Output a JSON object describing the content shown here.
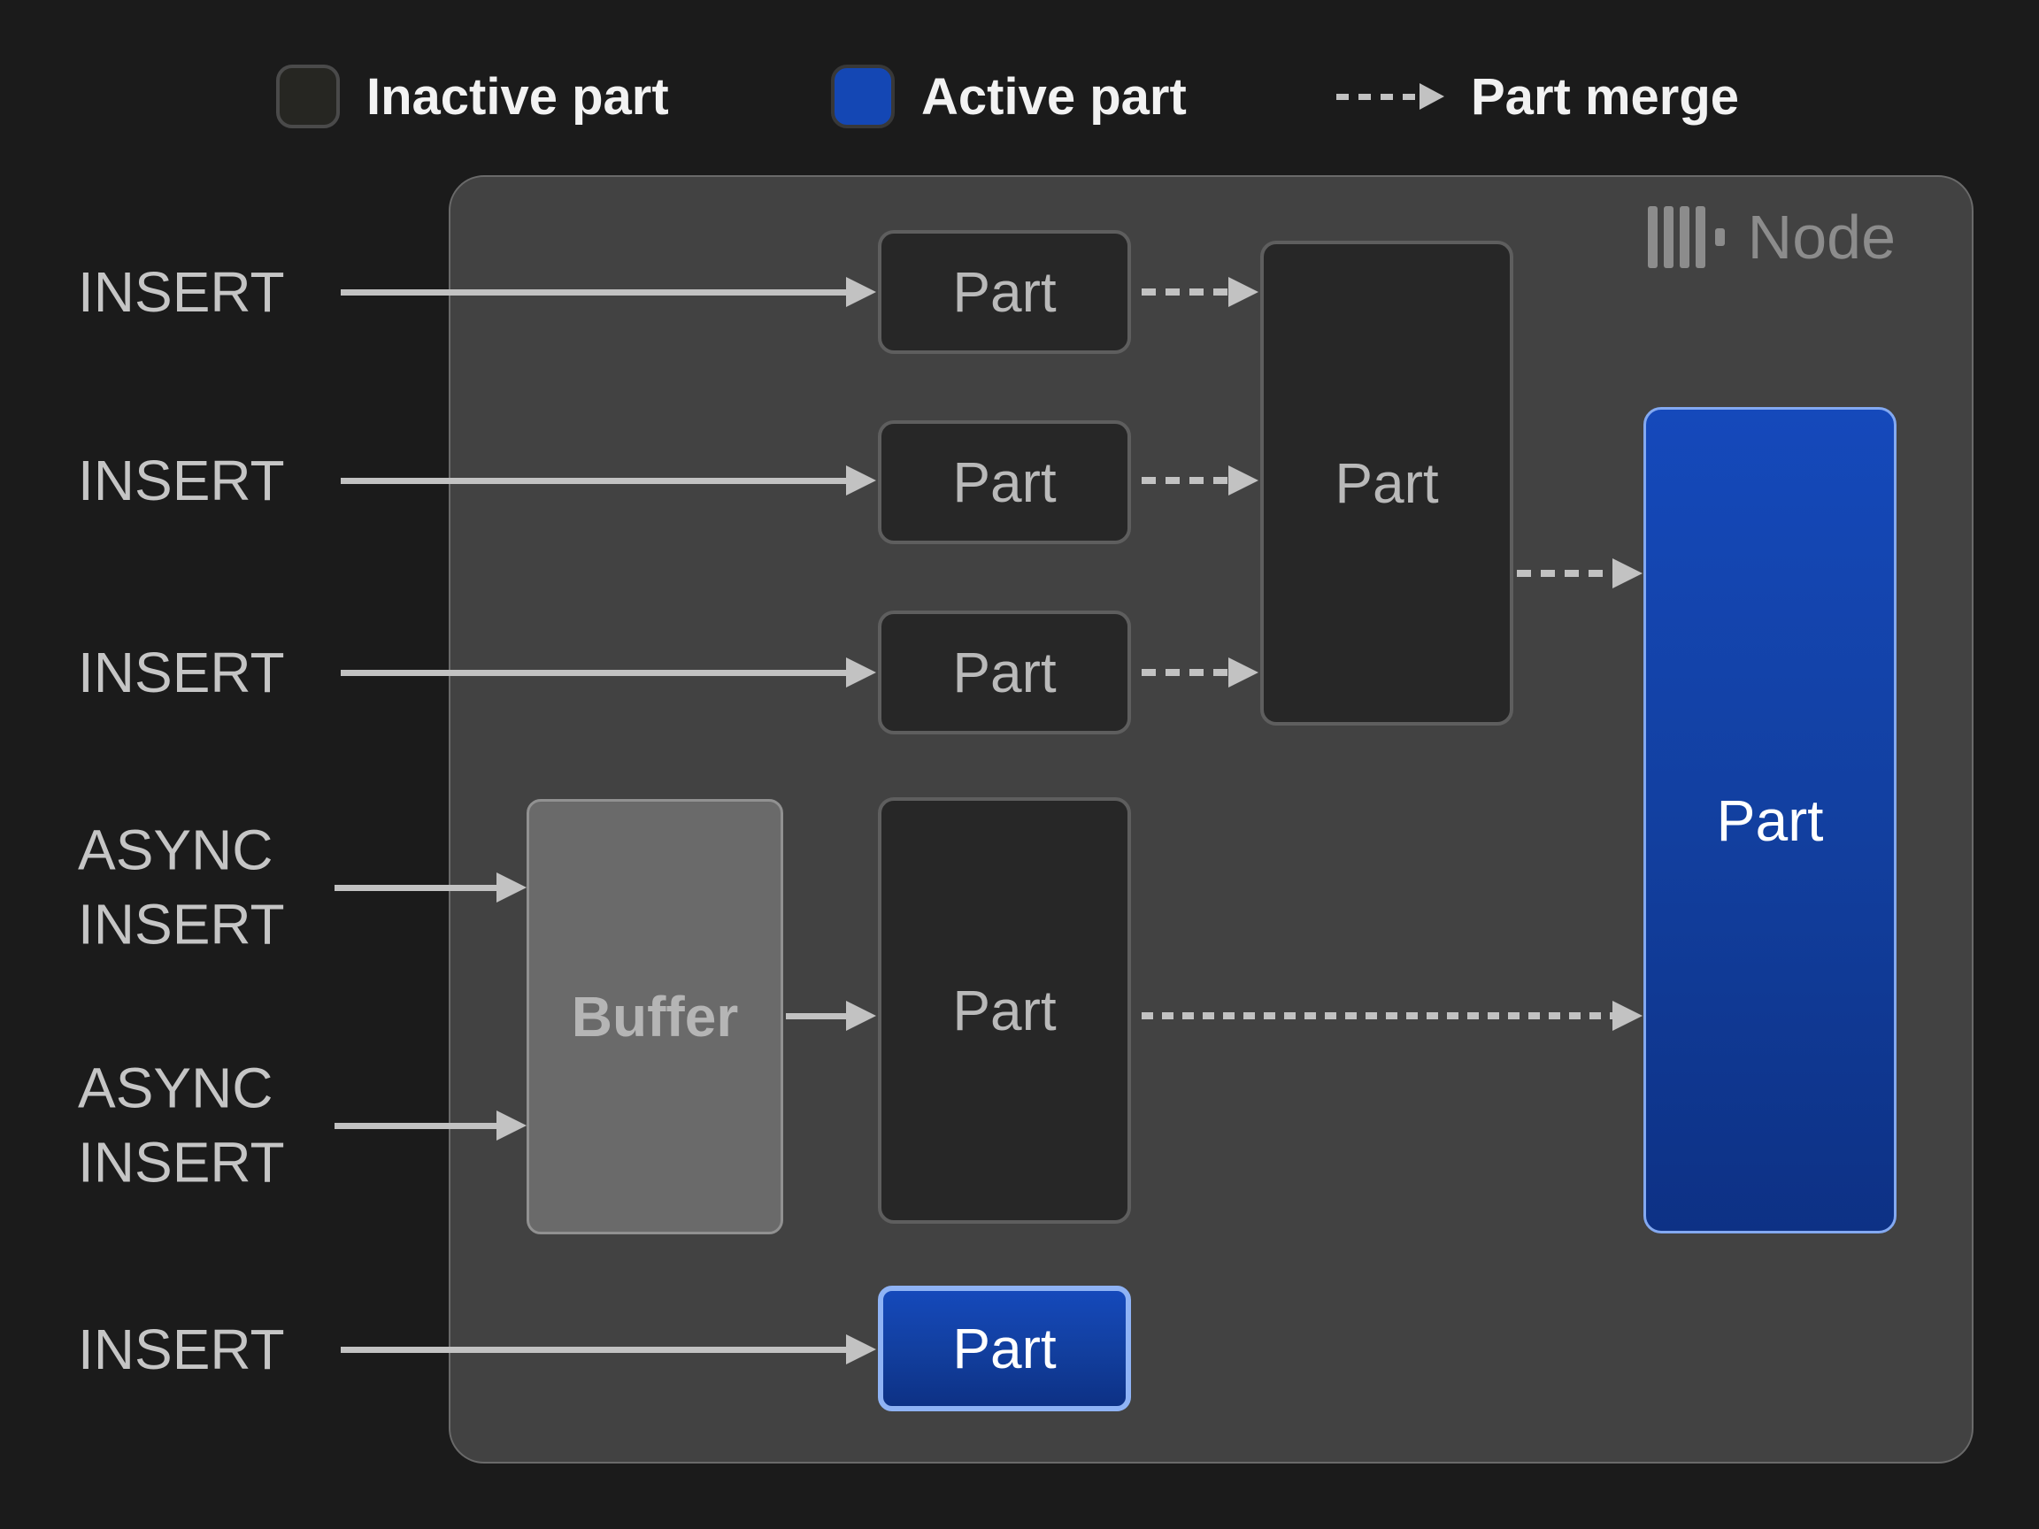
{
  "palette": {
    "page_bg": "#1b1b1b",
    "node_bg": "#424242",
    "node_border": "#6a6a6a",
    "inactive_fill": "#272727",
    "inactive_border": "#5e5e5e",
    "buffer_fill": "#6a6a6a",
    "buffer_border": "#919191",
    "buffer_text": "#b5b5b5",
    "active_grad_top": "#1549bb",
    "active_grad_bottom": "#0d3185",
    "active_border": "#83a9f1",
    "active_small_border": "#8fb3f5",
    "arrow": "#c2c2c2",
    "io_text": "#c5c5c5",
    "box_text": "#b9b9b9",
    "legend_text": "#f2f2f2",
    "node_text": "#8c8c8c",
    "legend_inactive_fill": "#262622",
    "legend_inactive_border": "#4a4a4a",
    "legend_active_fill": "#1447b4",
    "legend_active_border": "#383838"
  },
  "legend": {
    "inactive_label": "Inactive part",
    "active_label": "Active part",
    "merge_label": "Part merge"
  },
  "node": {
    "label": "Node",
    "icon": "clickhouse-logo-icon"
  },
  "io": [
    {
      "id": "insert-1",
      "label": "INSERT"
    },
    {
      "id": "insert-2",
      "label": "INSERT"
    },
    {
      "id": "insert-3",
      "label": "INSERT"
    },
    {
      "id": "async-insert-1",
      "label": "ASYNC INSERT"
    },
    {
      "id": "async-insert-2",
      "label": "ASYNC INSERT"
    },
    {
      "id": "insert-4",
      "label": "INSERT"
    }
  ],
  "boxes": {
    "part1": {
      "label": "Part",
      "state": "inactive"
    },
    "part2": {
      "label": "Part",
      "state": "inactive"
    },
    "part3": {
      "label": "Part",
      "state": "inactive"
    },
    "merged_part": {
      "label": "Part",
      "state": "inactive"
    },
    "buffer": {
      "label": "Buffer",
      "state": "buffer"
    },
    "async_part": {
      "label": "Part",
      "state": "inactive"
    },
    "active_part": {
      "label": "Part",
      "state": "active"
    },
    "inserted_part": {
      "label": "Part",
      "state": "active"
    }
  },
  "edges": [
    {
      "from": "insert-1",
      "to": "part1",
      "style": "solid"
    },
    {
      "from": "insert-2",
      "to": "part2",
      "style": "solid"
    },
    {
      "from": "insert-3",
      "to": "part3",
      "style": "solid"
    },
    {
      "from": "async-insert-1",
      "to": "buffer",
      "style": "solid"
    },
    {
      "from": "async-insert-2",
      "to": "buffer",
      "style": "solid"
    },
    {
      "from": "buffer",
      "to": "async_part",
      "style": "solid"
    },
    {
      "from": "insert-4",
      "to": "inserted_part",
      "style": "solid"
    },
    {
      "from": "part1",
      "to": "merged_part",
      "style": "dashed"
    },
    {
      "from": "part2",
      "to": "merged_part",
      "style": "dashed"
    },
    {
      "from": "part3",
      "to": "merged_part",
      "style": "dashed"
    },
    {
      "from": "merged_part",
      "to": "active_part",
      "style": "dashed"
    },
    {
      "from": "async_part",
      "to": "active_part",
      "style": "dashed-fine"
    }
  ]
}
